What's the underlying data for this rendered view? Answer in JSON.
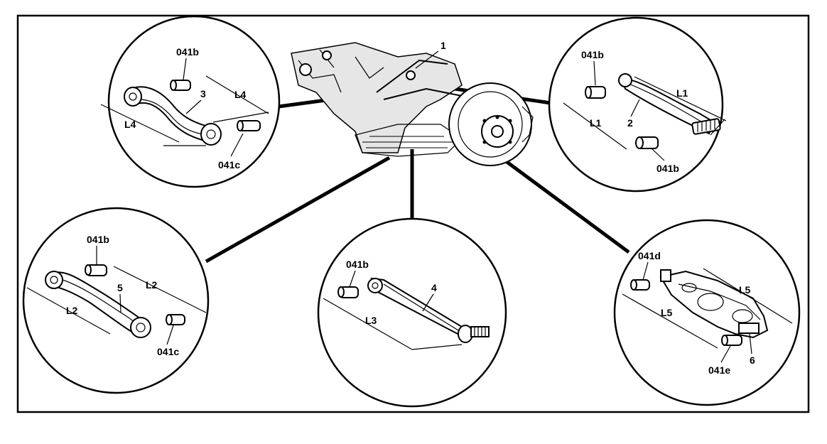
{
  "labels": {
    "center_part": "1",
    "tl_part_top": "041b",
    "tl_part_bottom": "041c",
    "tl_dim_a": "L4",
    "tl_dim_b": "L4",
    "tl_item": "3",
    "tr_part_top": "041b",
    "tr_part_bottom": "041b",
    "tr_dim_a": "L1",
    "tr_dim_b": "L1",
    "tr_item": "2",
    "bl_part_top": "041b",
    "bl_part_bottom": "041c",
    "bl_dim_a": "L2",
    "bl_dim_b": "L2",
    "bl_item": "5",
    "bc_part_top": "041b",
    "bc_dim": "L3",
    "bc_item": "4",
    "br_part_top": "041d",
    "br_part_bottom": "041e",
    "br_dim_a": "L5",
    "br_dim_b": "L5",
    "br_item": "6"
  }
}
